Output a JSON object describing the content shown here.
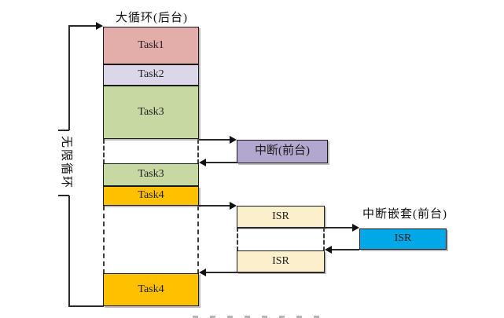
{
  "diagram": {
    "title": "大循环(后台)",
    "loop_label": "无限循环",
    "background_column": {
      "segments": [
        {
          "label": "Task1",
          "color": "#E3AEA9"
        },
        {
          "label": "Task2",
          "color": "#DCD6E9"
        },
        {
          "label": "Task3",
          "color": "#C6D9A3"
        },
        {
          "label": "Task3",
          "color": "#C6D9A3"
        },
        {
          "label": "Task4",
          "color": "#FFC000"
        },
        {
          "label": "Task4",
          "color": "#FFC000"
        }
      ]
    },
    "foreground": {
      "interrupt_label": "中断(前台)",
      "interrupt_color": "#B3A6CF",
      "isr_label": "ISR",
      "isr_color": "#FCF0CC",
      "nested_title": "中断嵌套(前台)",
      "nested_isr_label": "ISR",
      "nested_isr_color": "#00A8E8"
    },
    "line_color": "#2a2a2a"
  }
}
